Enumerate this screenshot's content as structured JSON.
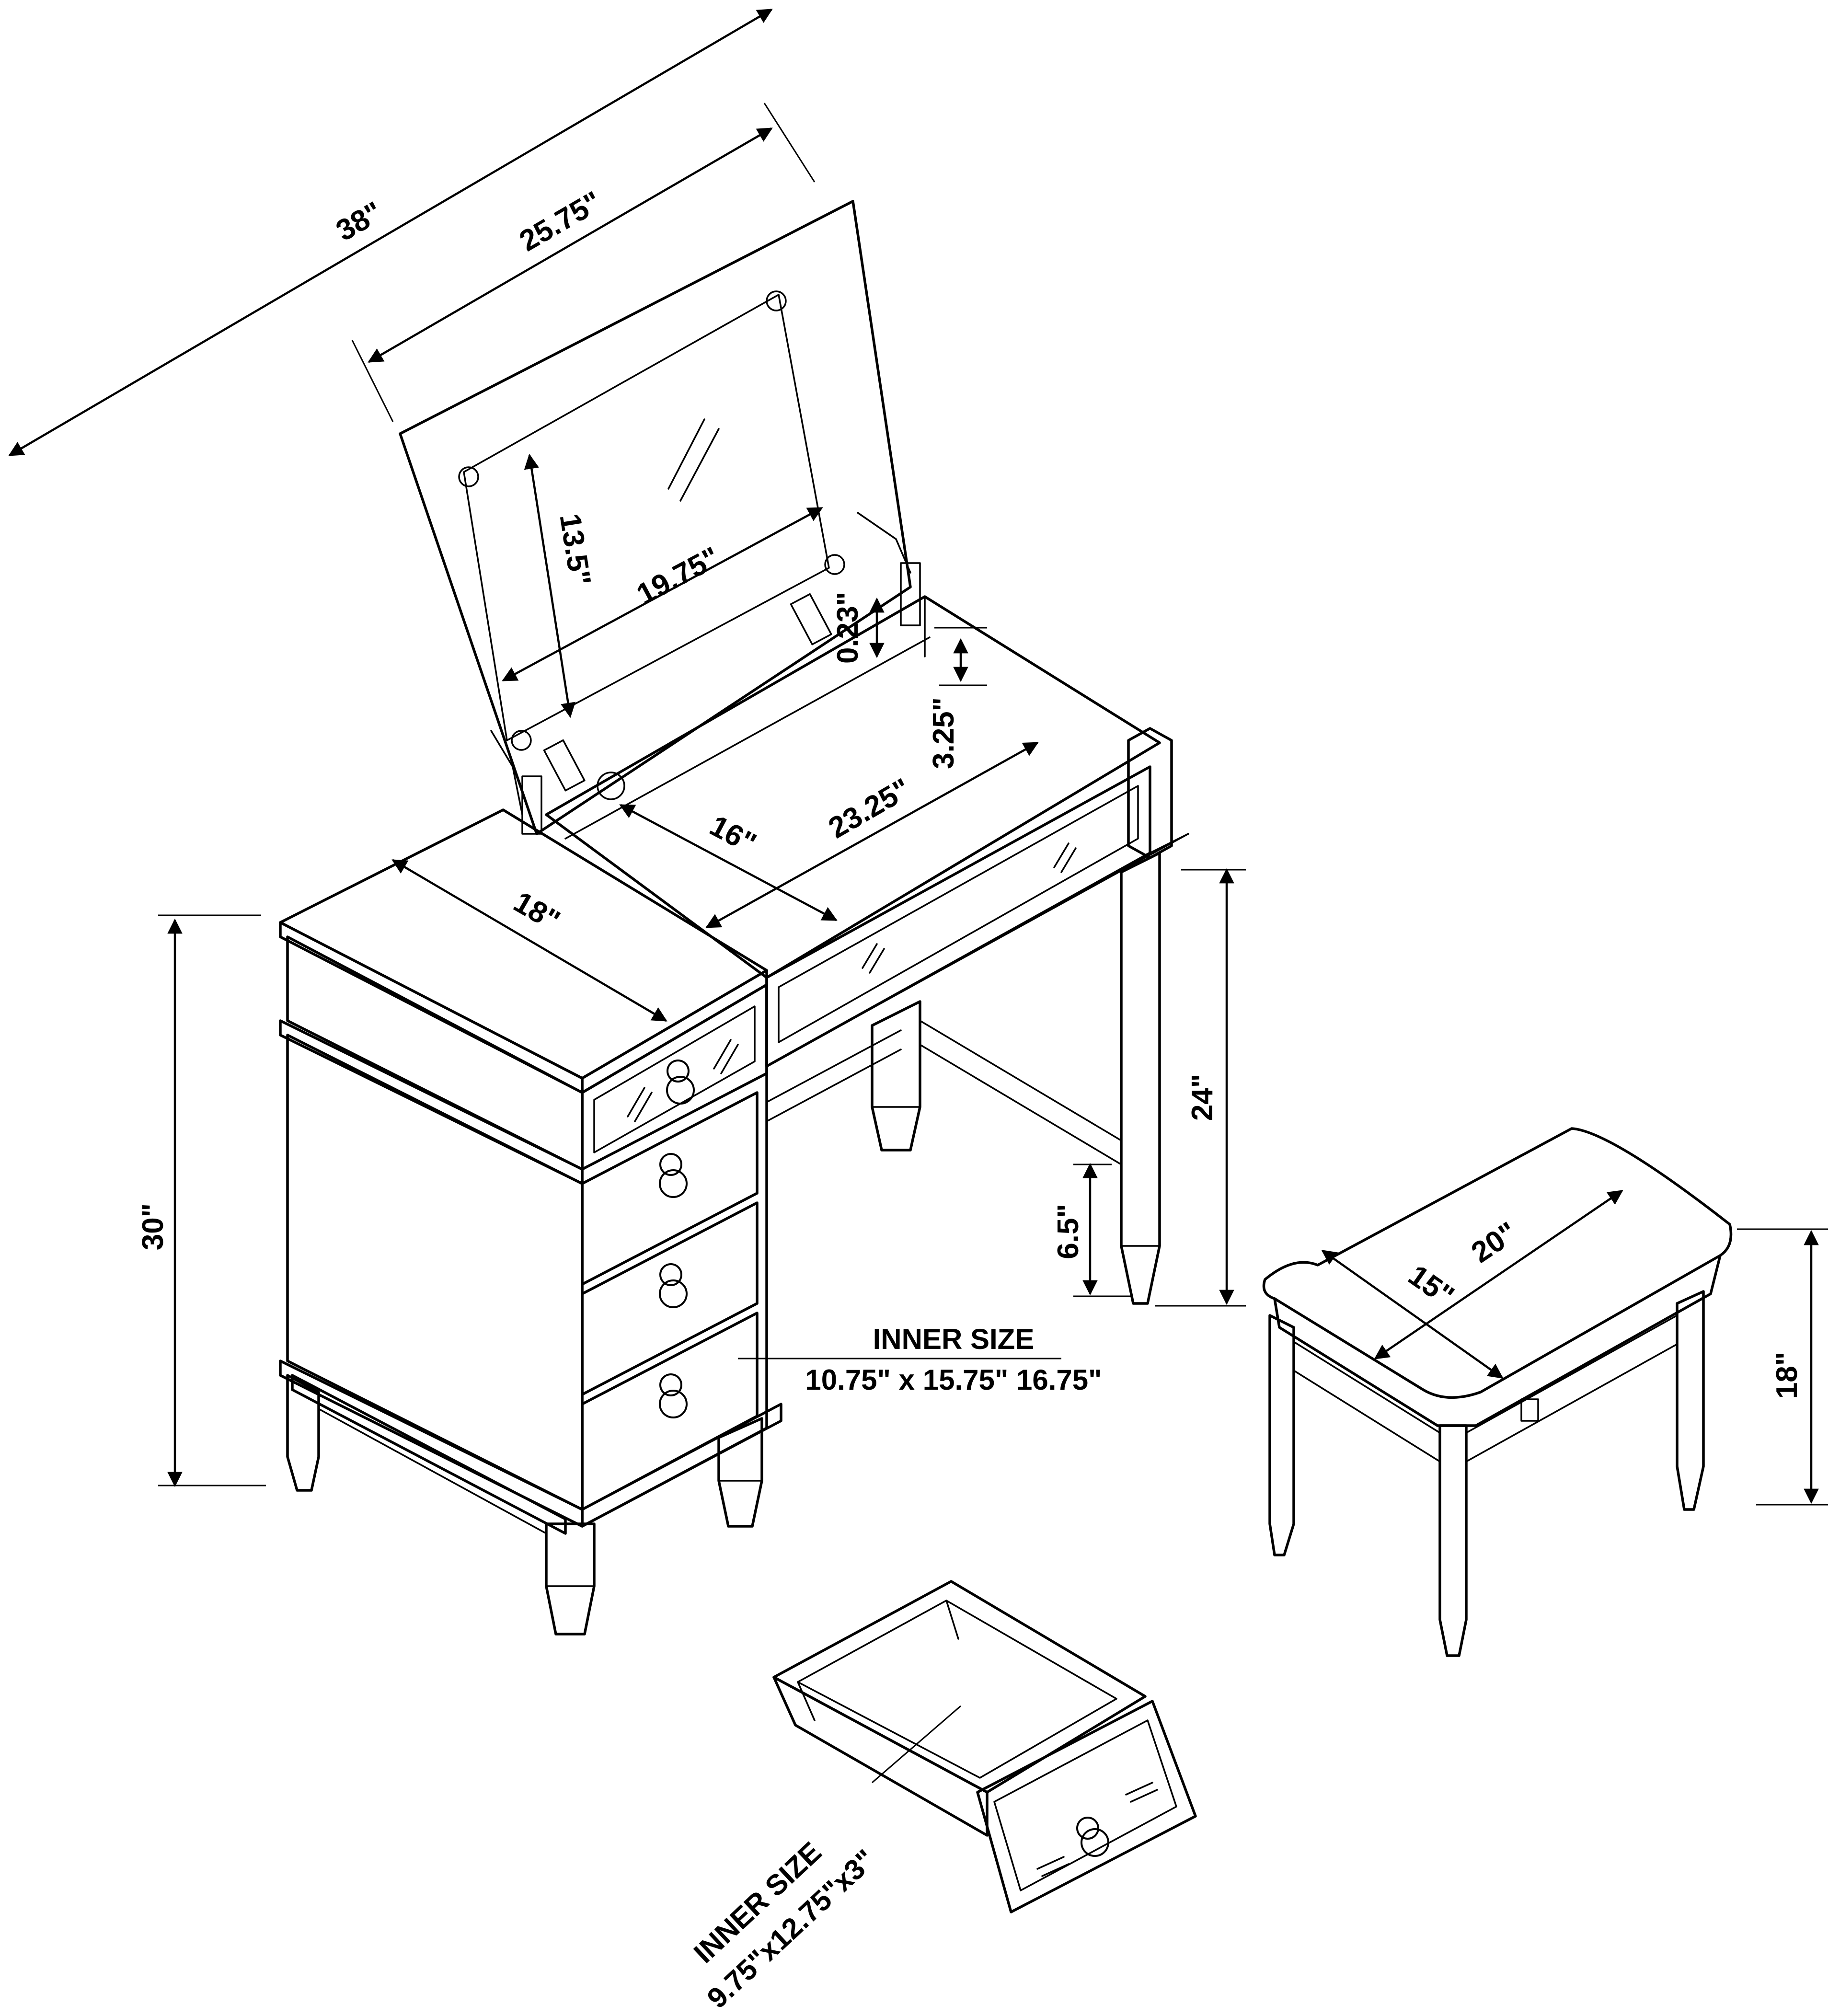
{
  "dimensions": {
    "overall_width": "38\"",
    "top_width": "25.75\"",
    "mirror_height": "13.5\"",
    "mirror_width": "19.75\"",
    "lid_thickness": "0.23\"",
    "tray_depth": "3.25\"",
    "tray_depth_front": "16\"",
    "tray_width": "23.25\"",
    "cabinet_depth": "18\"",
    "total_height": "30\"",
    "knee_height": "24\"",
    "apron_height": "6.5\"",
    "stool_depth": "15\"",
    "stool_width": "20\"",
    "stool_height": "18\""
  },
  "notes": {
    "cabinet_inner_label": "INNER SIZE",
    "cabinet_inner_value": "10.75\" x 15.75\" 16.75\"",
    "drawer_inner_label": "INNER SIZE",
    "drawer_inner_value": "9.75\"x12.75\"x3\""
  }
}
